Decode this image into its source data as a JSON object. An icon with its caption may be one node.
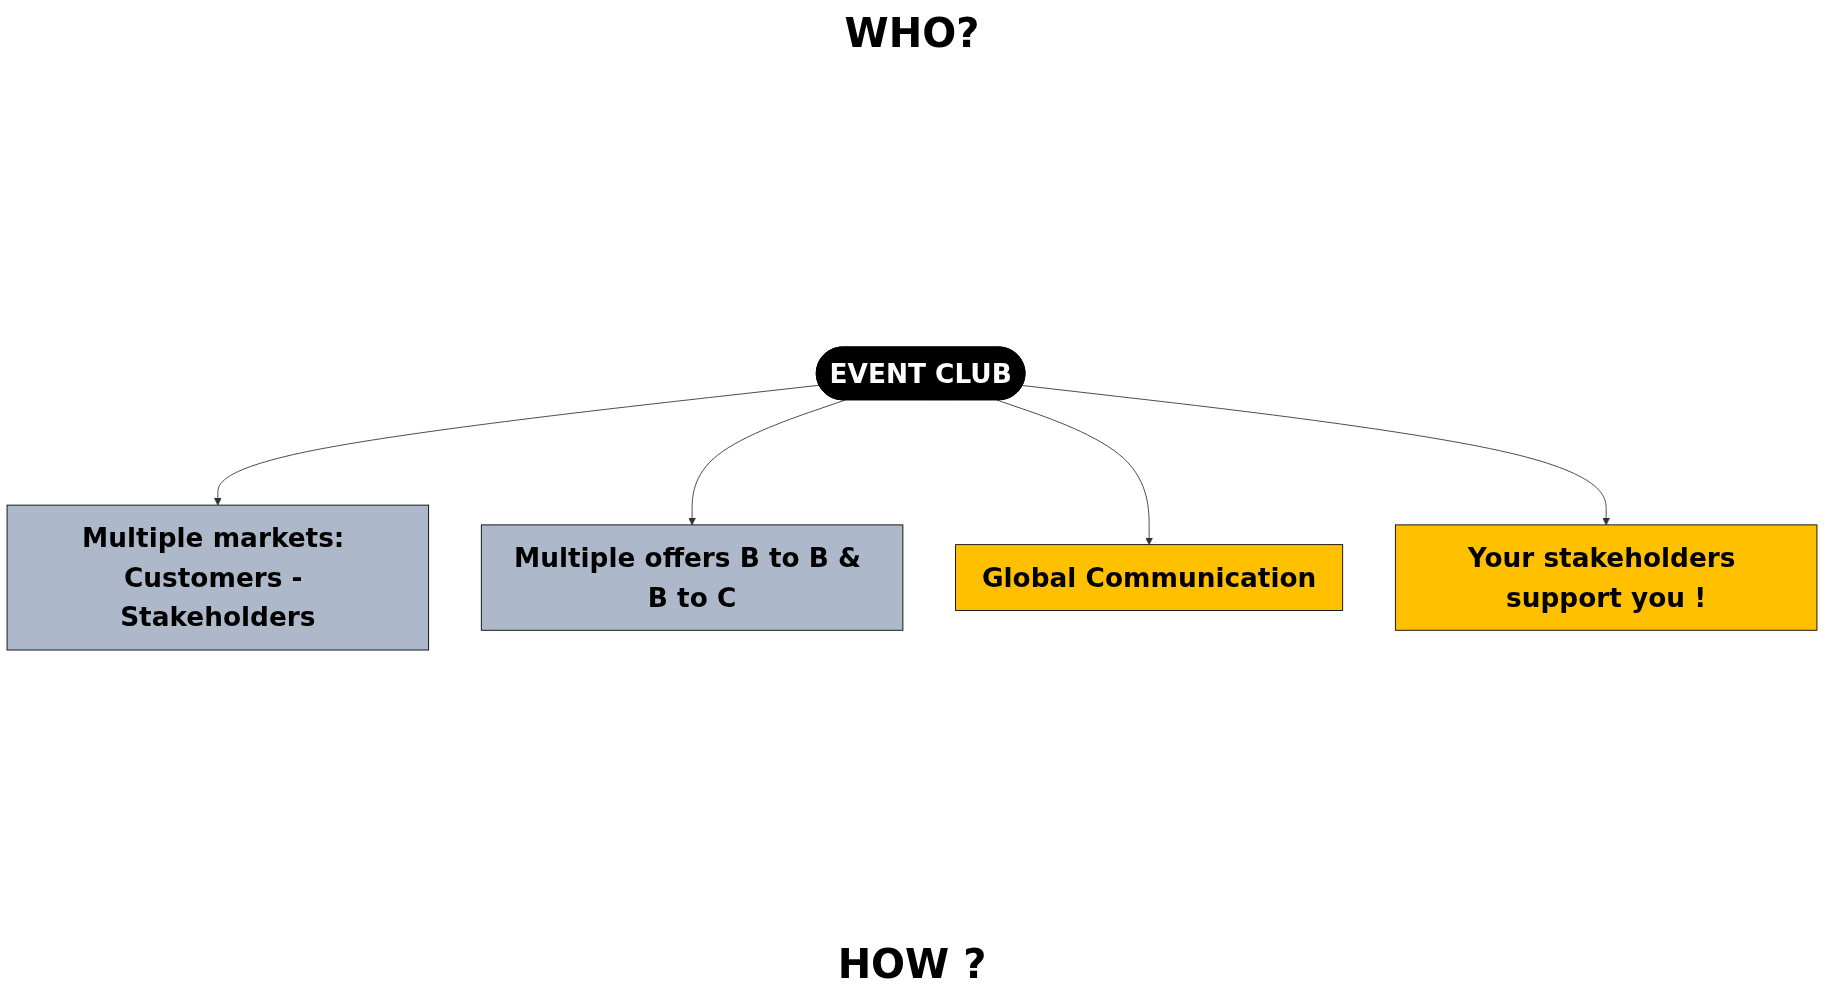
{
  "diagram": {
    "nodes": [
      {
        "text": [
          "Multiple markets: Customers - Stakeholders"
        ]
      },
      {
        "text": [
          "Multiple offers B to B & B to C"
        ]
      },
      {
        "text": [
          "EVENT CLUB"
        ]
      },
      {
        "text": [
          "Global Communication"
        ]
      },
      {
        "text": [
          "Your stakeholders support you !"
        ]
      }
    ],
    "edges": [
      {
        "from": 2,
        "to": 0,
        "arrow": "to"
      },
      {
        "from": 2,
        "to": 1,
        "arrow": "to"
      },
      {
        "from": 2,
        "to": 3,
        "arrow": "to"
      },
      {
        "from": 2,
        "to": 4,
        "arrow": "to"
      }
    ],
    "labels": [
      "WHO?",
      "HOW ?"
    ]
  }
}
